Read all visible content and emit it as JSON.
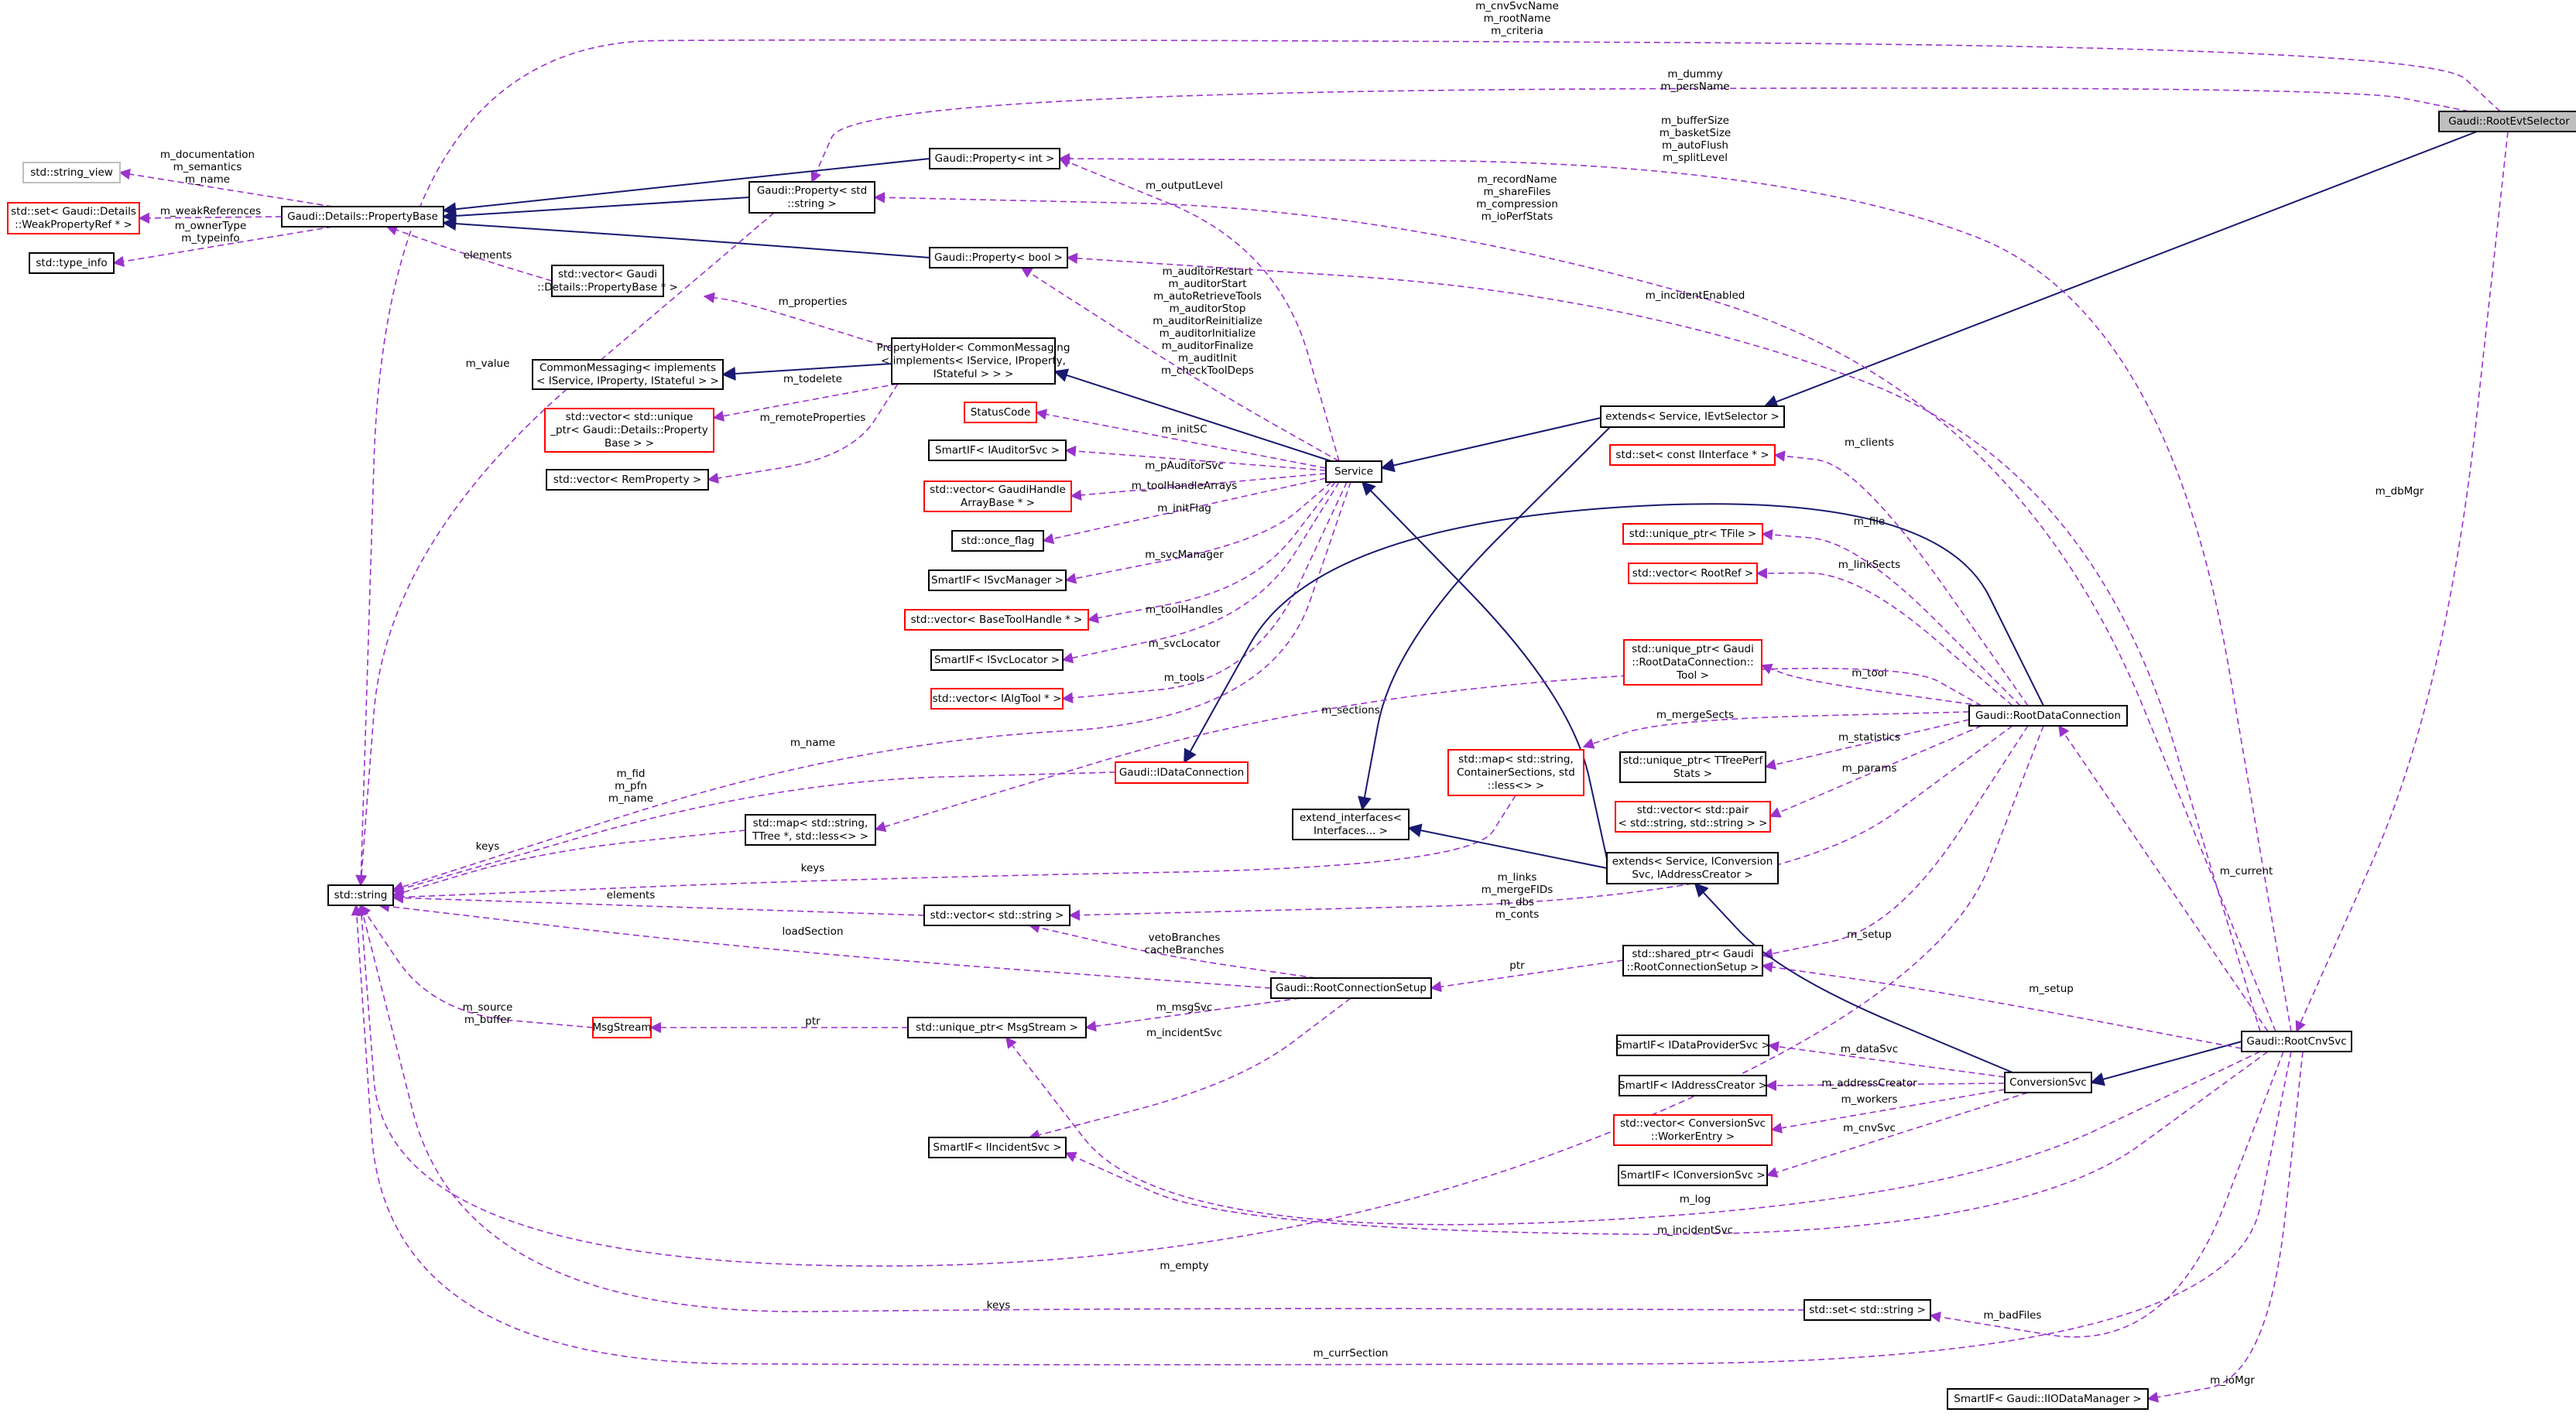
{
  "diagram": {
    "nodes": [
      {
        "id": "rootevtselector",
        "label": [
          "Gaudi::RootEvtSelector"
        ],
        "style": "hl"
      },
      {
        "id": "string_view",
        "label": [
          "std::string_view"
        ],
        "style": "gray"
      },
      {
        "id": "weakref",
        "label": [
          "std::set< Gaudi::Details",
          "::WeakPropertyRef * >"
        ],
        "style": "red"
      },
      {
        "id": "type_info",
        "label": [
          "std::type_info"
        ],
        "style": "black"
      },
      {
        "id": "propbase",
        "label": [
          "Gaudi::Details::PropertyBase"
        ],
        "style": "black"
      },
      {
        "id": "prop_int",
        "label": [
          "Gaudi::Property< int >"
        ],
        "style": "black"
      },
      {
        "id": "prop_string",
        "label": [
          "Gaudi::Property< std",
          "::string >"
        ],
        "style": "black"
      },
      {
        "id": "prop_bool",
        "label": [
          "Gaudi::Property< bool >"
        ],
        "style": "black"
      },
      {
        "id": "vec_propbase",
        "label": [
          "std::vector< Gaudi",
          "::Details::PropertyBase * >"
        ],
        "style": "black"
      },
      {
        "id": "cmsg",
        "label": [
          "CommonMessaging< implements",
          "< IService, IProperty, IStateful > >"
        ],
        "style": "black"
      },
      {
        "id": "propholder",
        "label": [
          "PropertyHolder< CommonMessaging",
          "< implements< IService, IProperty,",
          "IStateful > > >"
        ],
        "style": "black"
      },
      {
        "id": "vec_uniq_propbase",
        "label": [
          "std::vector< std::unique",
          "_ptr< Gaudi::Details::Property",
          "Base > >"
        ],
        "style": "red"
      },
      {
        "id": "vec_remprop",
        "label": [
          "std::vector< RemProperty >"
        ],
        "style": "black"
      },
      {
        "id": "statuscode",
        "label": [
          "StatusCode"
        ],
        "style": "red"
      },
      {
        "id": "si_auditor",
        "label": [
          "SmartIF< IAuditorSvc >"
        ],
        "style": "black"
      },
      {
        "id": "vec_gaudihandle",
        "label": [
          "std::vector< GaudiHandle",
          "ArrayBase * >"
        ],
        "style": "red"
      },
      {
        "id": "once_flag",
        "label": [
          "std::once_flag"
        ],
        "style": "black"
      },
      {
        "id": "si_svcmgr",
        "label": [
          "SmartIF< ISvcManager >"
        ],
        "style": "black"
      },
      {
        "id": "vec_basetoolhandle",
        "label": [
          "std::vector< BaseToolHandle * >"
        ],
        "style": "red"
      },
      {
        "id": "si_svcloc",
        "label": [
          "SmartIF< ISvcLocator >"
        ],
        "style": "black"
      },
      {
        "id": "vec_ialgtool",
        "label": [
          "std::vector< IAlgTool * >"
        ],
        "style": "red"
      },
      {
        "id": "service",
        "label": [
          "Service"
        ],
        "style": "black"
      },
      {
        "id": "idataconn",
        "label": [
          "Gaudi::IDataConnection"
        ],
        "style": "red"
      },
      {
        "id": "map_ttree",
        "label": [
          "std::map< std::string,",
          "TTree *, std::less<> >"
        ],
        "style": "black"
      },
      {
        "id": "std_string",
        "label": [
          "std::string"
        ],
        "style": "black"
      },
      {
        "id": "vec_string",
        "label": [
          "std::vector< std::string >"
        ],
        "style": "black"
      },
      {
        "id": "msgstream",
        "label": [
          "MsgStream"
        ],
        "style": "red"
      },
      {
        "id": "uniq_msgstream",
        "label": [
          "std::unique_ptr< MsgStream >"
        ],
        "style": "black"
      },
      {
        "id": "si_incident",
        "label": [
          "SmartIF< IIncidentSvc >"
        ],
        "style": "black"
      },
      {
        "id": "rootconnsetup",
        "label": [
          "Gaudi::RootConnectionSetup"
        ],
        "style": "black"
      },
      {
        "id": "ext_ievtsel",
        "label": [
          "extends< Service, IEvtSelector >"
        ],
        "style": "black"
      },
      {
        "id": "set_iinterface",
        "label": [
          "std::set< const IInterface * >"
        ],
        "style": "red"
      },
      {
        "id": "uniq_tfile",
        "label": [
          "std::unique_ptr< TFile >"
        ],
        "style": "red"
      },
      {
        "id": "vec_rootref",
        "label": [
          "std::vector< RootRef >"
        ],
        "style": "red"
      },
      {
        "id": "uniq_tool",
        "label": [
          "std::unique_ptr< Gaudi",
          "::RootDataConnection::",
          "Tool >"
        ],
        "style": "red"
      },
      {
        "id": "map_containersections",
        "label": [
          "std::map< std::string,",
          "ContainerSections, std",
          "::less<> >"
        ],
        "style": "red"
      },
      {
        "id": "extend_interfaces",
        "label": [
          "extend_interfaces<",
          "Interfaces... >"
        ],
        "style": "black"
      },
      {
        "id": "uniq_ttreeperf",
        "label": [
          "std::unique_ptr< TTreePerf",
          "Stats >"
        ],
        "style": "black"
      },
      {
        "id": "vec_pair",
        "label": [
          "std::vector< std::pair",
          "< std::string, std::string > >"
        ],
        "style": "red"
      },
      {
        "id": "rootdataconn",
        "label": [
          "Gaudi::RootDataConnection"
        ],
        "style": "black"
      },
      {
        "id": "ext_iconv",
        "label": [
          "extends< Service, IConversion",
          "Svc, IAddressCreator >"
        ],
        "style": "black"
      },
      {
        "id": "shared_setup",
        "label": [
          "std::shared_ptr< Gaudi",
          "::RootConnectionSetup >"
        ],
        "style": "black"
      },
      {
        "id": "si_dataprov",
        "label": [
          "SmartIF< IDataProviderSvc >"
        ],
        "style": "black"
      },
      {
        "id": "si_addrcreator",
        "label": [
          "SmartIF< IAddressCreator >"
        ],
        "style": "black"
      },
      {
        "id": "vec_workerentry",
        "label": [
          "std::vector< ConversionSvc",
          "::WorkerEntry >"
        ],
        "style": "red"
      },
      {
        "id": "si_convsvc",
        "label": [
          "SmartIF< IConversionSvc >"
        ],
        "style": "black"
      },
      {
        "id": "conversionsvc",
        "label": [
          "ConversionSvc"
        ],
        "style": "black"
      },
      {
        "id": "rootcnvsvc",
        "label": [
          "Gaudi::RootCnvSvc"
        ],
        "style": "black"
      },
      {
        "id": "set_string",
        "label": [
          "std::set< std::string >"
        ],
        "style": "black"
      },
      {
        "id": "si_iodata",
        "label": [
          "SmartIF< Gaudi::IIODataManager >"
        ],
        "style": "black"
      }
    ],
    "edges": [
      {
        "from": "rootevtselector",
        "to": "std_string",
        "style": "dashed",
        "label": [
          "m_cnvSvcName",
          "m_rootName",
          "m_criteria"
        ]
      },
      {
        "from": "rootevtselector",
        "to": "prop_string",
        "style": "dashed",
        "label": [
          "m_dummy",
          "m_persName"
        ]
      },
      {
        "from": "rootevtselector",
        "to": "ext_ievtsel",
        "style": "solid",
        "label": []
      },
      {
        "from": "rootevtselector",
        "to": "rootcnvsvc",
        "style": "dashed",
        "label": [
          "m_dbMgr"
        ]
      },
      {
        "from": "propbase",
        "to": "string_view",
        "style": "dashed",
        "label": [
          "m_documentation",
          "m_semantics",
          "m_name"
        ]
      },
      {
        "from": "propbase",
        "to": "weakref",
        "style": "dashed",
        "label": [
          "m_weakReferences"
        ]
      },
      {
        "from": "propbase",
        "to": "type_info",
        "style": "dashed",
        "label": [
          "m_ownerType",
          "m_typeinfo"
        ]
      },
      {
        "from": "prop_int",
        "to": "propbase",
        "style": "solid",
        "label": []
      },
      {
        "from": "prop_string",
        "to": "propbase",
        "style": "solid",
        "label": []
      },
      {
        "from": "prop_bool",
        "to": "propbase",
        "style": "solid",
        "label": []
      },
      {
        "from": "vec_propbase",
        "to": "propbase",
        "style": "dashed",
        "label": [
          "elements"
        ]
      },
      {
        "from": "prop_string",
        "to": "std_string",
        "style": "dashed",
        "label": [
          "m_value"
        ]
      },
      {
        "from": "propholder",
        "to": "cmsg",
        "style": "solid",
        "label": []
      },
      {
        "from": "propholder",
        "to": "vec_propbase",
        "style": "dashed",
        "label": [
          "m_properties"
        ]
      },
      {
        "from": "propholder",
        "to": "vec_uniq_propbase",
        "style": "dashed",
        "label": [
          "m_todelete"
        ]
      },
      {
        "from": "propholder",
        "to": "vec_remprop",
        "style": "dashed",
        "label": [
          "m_remoteProperties"
        ]
      },
      {
        "from": "service",
        "to": "propholder",
        "style": "solid",
        "label": []
      },
      {
        "from": "service",
        "to": "prop_int",
        "style": "dashed",
        "label": [
          "m_outputLevel"
        ]
      },
      {
        "from": "service",
        "to": "prop_bool",
        "style": "dashed",
        "label": [
          "m_auditorRestart",
          "m_auditorStart",
          "m_autoRetrieveTools",
          "m_auditorStop",
          "m_auditorReinitialize",
          "m_auditorInitialize",
          "m_auditorFinalize",
          "m_auditInit",
          "m_checkToolDeps"
        ]
      },
      {
        "from": "service",
        "to": "statuscode",
        "style": "dashed",
        "label": [
          "m_initSC"
        ]
      },
      {
        "from": "service",
        "to": "si_auditor",
        "style": "dashed",
        "label": [
          "m_pAuditorSvc"
        ]
      },
      {
        "from": "service",
        "to": "vec_gaudihandle",
        "style": "dashed",
        "label": [
          "m_toolHandleArrays"
        ]
      },
      {
        "from": "service",
        "to": "once_flag",
        "style": "dashed",
        "label": [
          "m_initFlag"
        ]
      },
      {
        "from": "service",
        "to": "si_svcmgr",
        "style": "dashed",
        "label": [
          "m_svcManager"
        ]
      },
      {
        "from": "service",
        "to": "vec_basetoolhandle",
        "style": "dashed",
        "label": [
          "m_toolHandles"
        ]
      },
      {
        "from": "service",
        "to": "si_svcloc",
        "style": "dashed",
        "label": [
          "m_svcLocator"
        ]
      },
      {
        "from": "service",
        "to": "vec_ialgtool",
        "style": "dashed",
        "label": [
          "m_tools"
        ]
      },
      {
        "from": "service",
        "to": "std_string",
        "style": "dashed",
        "label": [
          "m_name"
        ]
      },
      {
        "from": "idataconn",
        "to": "std_string",
        "style": "dashed",
        "label": [
          "m_fid",
          "m_pfn",
          "m_name"
        ]
      },
      {
        "from": "map_ttree",
        "to": "std_string",
        "style": "dashed",
        "label": [
          "keys"
        ]
      },
      {
        "from": "map_containersections",
        "to": "std_string",
        "style": "dashed",
        "label": [
          "keys"
        ]
      },
      {
        "from": "vec_string",
        "to": "std_string",
        "style": "dashed",
        "label": [
          "elements"
        ]
      },
      {
        "from": "rootconnsetup",
        "to": "std_string",
        "style": "dashed",
        "label": [
          "loadSection"
        ]
      },
      {
        "from": "msgstream",
        "to": "std_string",
        "style": "dashed",
        "label": [
          "m_source",
          "m_buffer"
        ]
      },
      {
        "from": "uniq_msgstream",
        "to": "msgstream",
        "style": "dashed",
        "label": [
          "ptr"
        ]
      },
      {
        "from": "rootconnsetup",
        "to": "vec_string",
        "style": "dashed",
        "label": [
          "vetoBranches",
          "cacheBranches"
        ]
      },
      {
        "from": "rootconnsetup",
        "to": "uniq_msgstream",
        "style": "dashed",
        "label": [
          "m_msgSvc"
        ]
      },
      {
        "from": "rootconnsetup",
        "to": "si_incident",
        "style": "dashed",
        "label": [
          "m_incidentSvc"
        ]
      },
      {
        "from": "ext_ievtsel",
        "to": "service",
        "style": "solid",
        "label": []
      },
      {
        "from": "ext_ievtsel",
        "to": "extend_interfaces",
        "style": "solid",
        "label": []
      },
      {
        "from": "ext_iconv",
        "to": "service",
        "style": "solid",
        "label": []
      },
      {
        "from": "ext_iconv",
        "to": "extend_interfaces",
        "style": "solid",
        "label": []
      },
      {
        "from": "rootdataconn",
        "to": "idataconn",
        "style": "solid",
        "label": []
      },
      {
        "from": "rootdataconn",
        "to": "set_iinterface",
        "style": "dashed",
        "label": [
          "m_clients"
        ]
      },
      {
        "from": "rootdataconn",
        "to": "uniq_tfile",
        "style": "dashed",
        "label": [
          "m_file"
        ]
      },
      {
        "from": "rootdataconn",
        "to": "vec_rootref",
        "style": "dashed",
        "label": [
          "m_linkSects"
        ]
      },
      {
        "from": "rootdataconn",
        "to": "uniq_tool",
        "style": "dashed",
        "label": [
          "m_tool"
        ]
      },
      {
        "from": "rootdataconn",
        "to": "map_containersections",
        "style": "dashed",
        "label": [
          "m_mergeSects"
        ]
      },
      {
        "from": "rootdataconn",
        "to": "uniq_ttreeperf",
        "style": "dashed",
        "label": [
          "m_statistics"
        ]
      },
      {
        "from": "rootdataconn",
        "to": "vec_pair",
        "style": "dashed",
        "label": [
          "m_params"
        ]
      },
      {
        "from": "rootdataconn",
        "to": "map_ttree",
        "style": "dashed",
        "label": [
          "m_sections"
        ]
      },
      {
        "from": "rootdataconn",
        "to": "vec_string",
        "style": "dashed",
        "label": [
          "m_links",
          "m_mergeFIDs",
          "m_dbs",
          "m_conts"
        ]
      },
      {
        "from": "rootdataconn",
        "to": "shared_setup",
        "style": "dashed",
        "label": [
          "m_setup"
        ]
      },
      {
        "from": "rootdataconn",
        "to": "std_string",
        "style": "dashed",
        "label": [
          "m_empty"
        ]
      },
      {
        "from": "shared_setup",
        "to": "rootconnsetup",
        "style": "dashed",
        "label": [
          "ptr"
        ]
      },
      {
        "from": "conversionsvc",
        "to": "ext_iconv",
        "style": "solid",
        "label": []
      },
      {
        "from": "conversionsvc",
        "to": "si_dataprov",
        "style": "dashed",
        "label": [
          "m_dataSvc"
        ]
      },
      {
        "from": "conversionsvc",
        "to": "si_addrcreator",
        "style": "dashed",
        "label": [
          "m_addressCreator"
        ]
      },
      {
        "from": "conversionsvc",
        "to": "vec_workerentry",
        "style": "dashed",
        "label": [
          "m_workers"
        ]
      },
      {
        "from": "conversionsvc",
        "to": "si_convsvc",
        "style": "dashed",
        "label": [
          "m_cnvSvc"
        ]
      },
      {
        "from": "rootcnvsvc",
        "to": "conversionsvc",
        "style": "solid",
        "label": []
      },
      {
        "from": "rootcnvsvc",
        "to": "prop_int",
        "style": "dashed",
        "label": [
          "m_bufferSize",
          "m_basketSize",
          "m_autoFlush",
          "m_splitLevel"
        ]
      },
      {
        "from": "rootcnvsvc",
        "to": "prop_string",
        "style": "dashed",
        "label": [
          "m_recordName",
          "m_shareFiles",
          "m_compression",
          "m_ioPerfStats"
        ]
      },
      {
        "from": "rootcnvsvc",
        "to": "prop_bool",
        "style": "dashed",
        "label": [
          "m_incidentEnabled"
        ]
      },
      {
        "from": "rootcnvsvc",
        "to": "rootdataconn",
        "style": "dashed",
        "label": [
          "m_current"
        ]
      },
      {
        "from": "rootcnvsvc",
        "to": "shared_setup",
        "style": "dashed",
        "label": [
          "m_setup"
        ]
      },
      {
        "from": "rootcnvsvc",
        "to": "uniq_msgstream",
        "style": "dashed",
        "label": [
          "m_log"
        ]
      },
      {
        "from": "rootcnvsvc",
        "to": "si_incident",
        "style": "dashed",
        "label": [
          "m_incidentSvc"
        ]
      },
      {
        "from": "rootcnvsvc",
        "to": "set_string",
        "style": "dashed",
        "label": [
          "m_badFiles"
        ]
      },
      {
        "from": "set_string",
        "to": "std_string",
        "style": "dashed",
        "label": [
          "keys"
        ]
      },
      {
        "from": "rootcnvsvc",
        "to": "std_string",
        "style": "dashed",
        "label": [
          "m_currSection"
        ]
      },
      {
        "from": "rootcnvsvc",
        "to": "si_iodata",
        "style": "dashed",
        "label": [
          "m_ioMgr"
        ]
      }
    ]
  }
}
